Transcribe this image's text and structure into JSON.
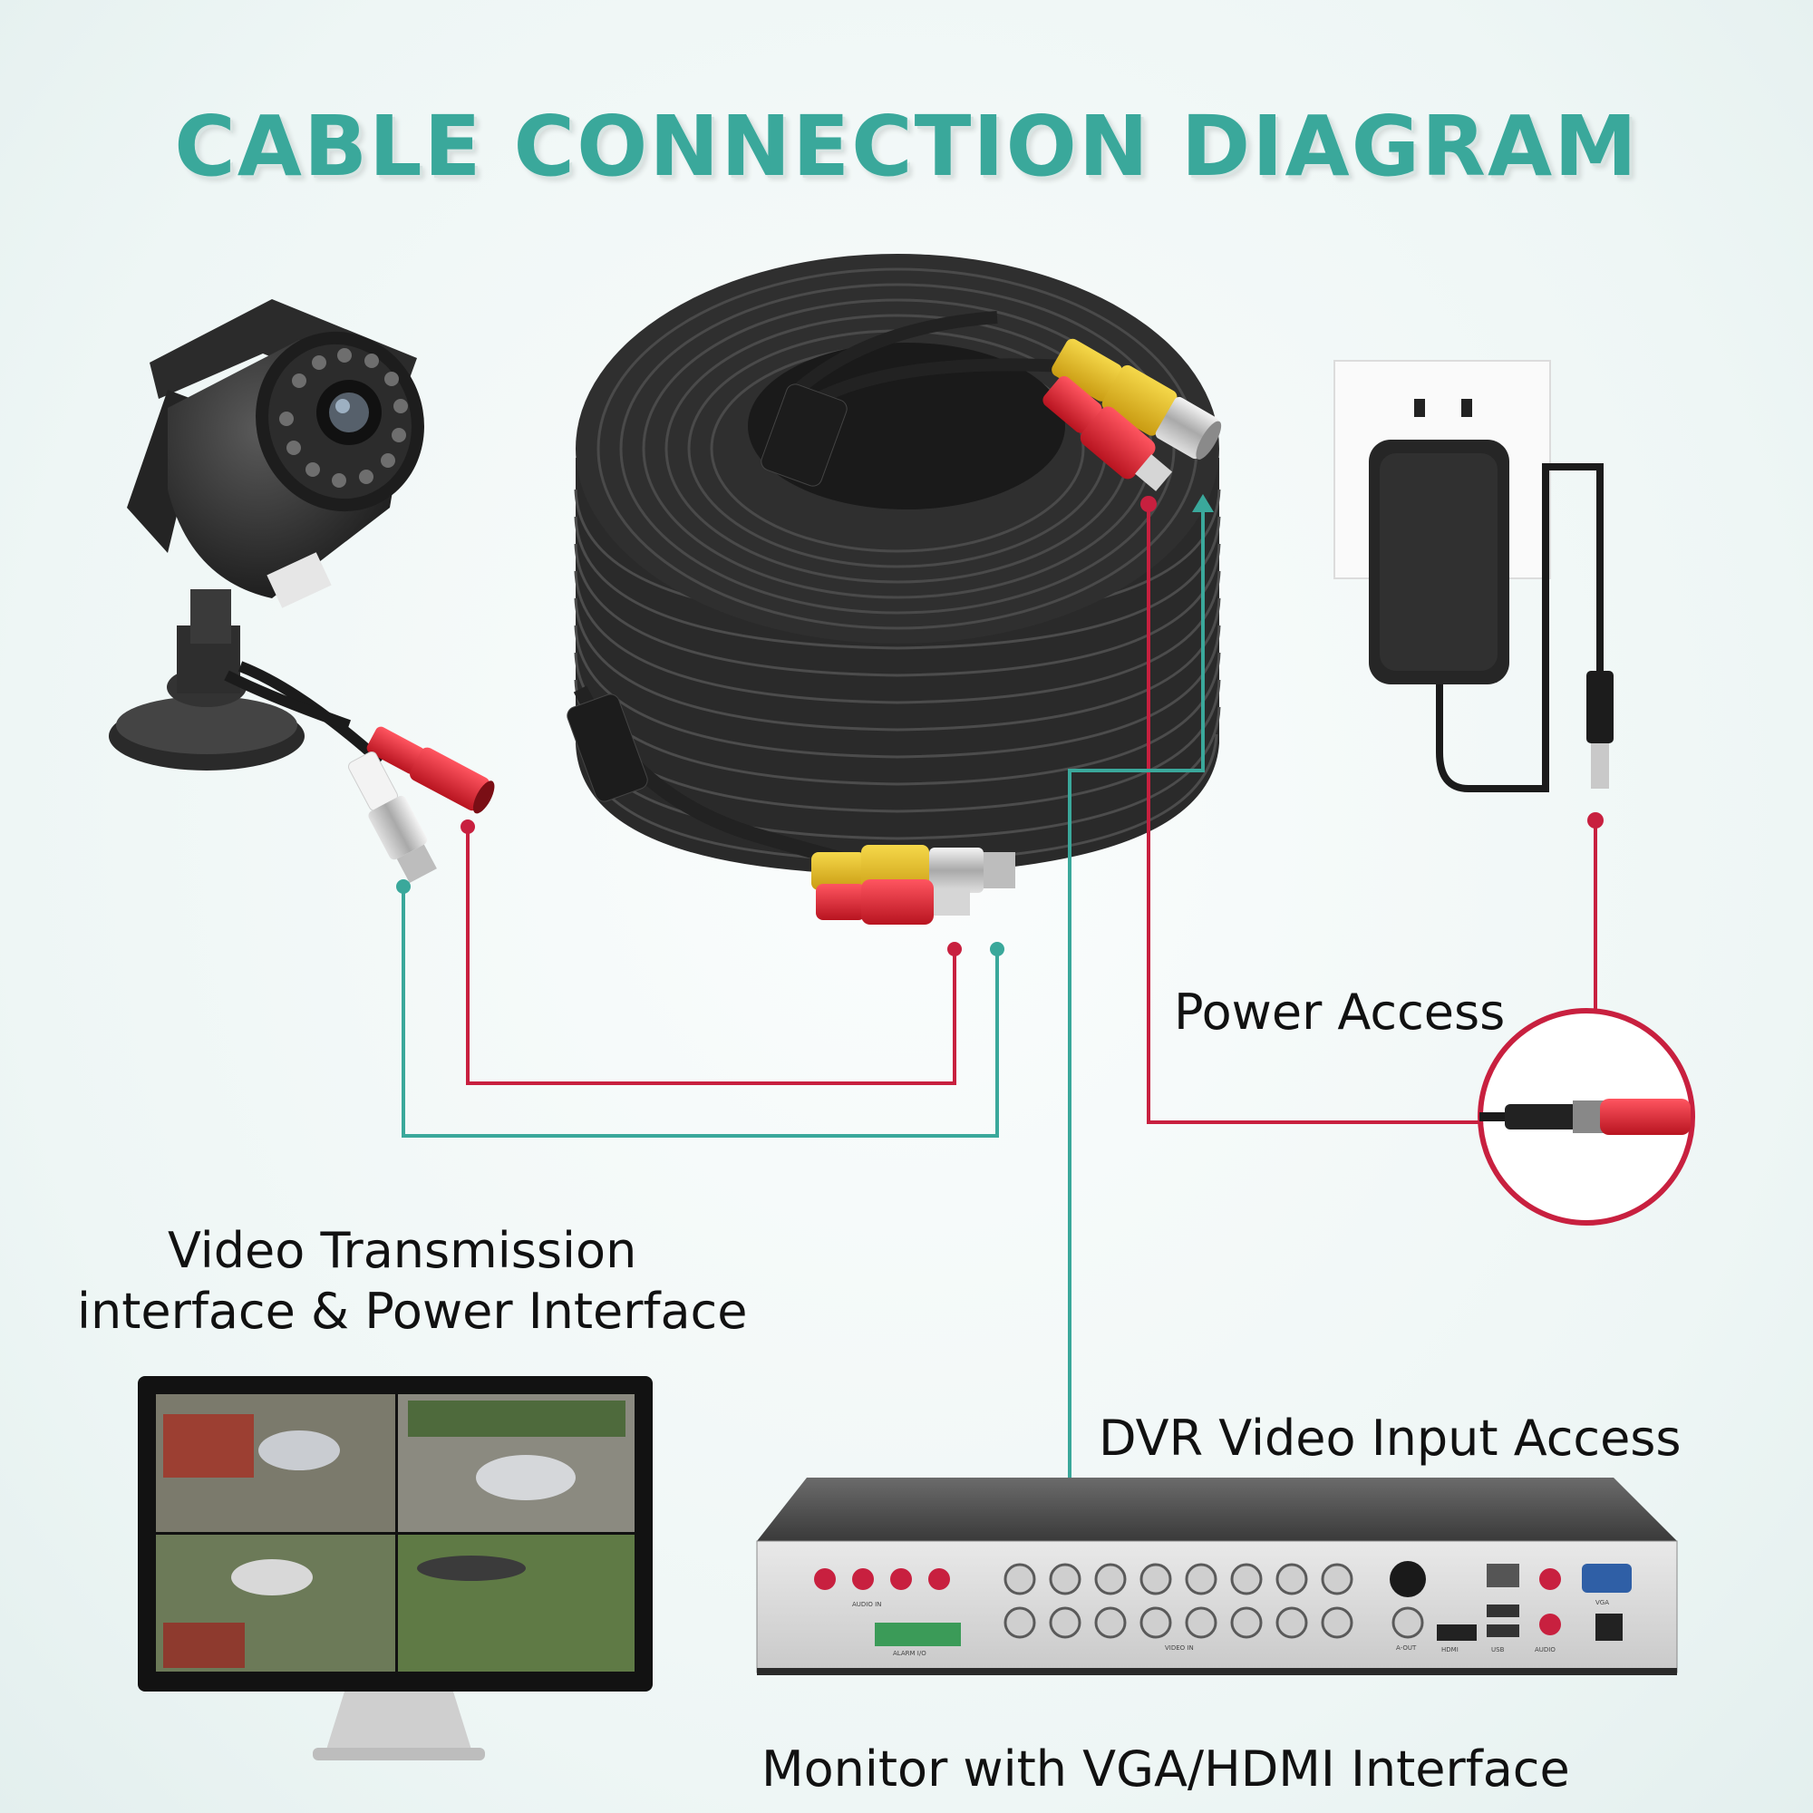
{
  "title": "CABLE CONNECTION DIAGRAM",
  "labels": {
    "video_line1": "Video Transmission",
    "video_line2": "interface & Power Interface",
    "power_access": "Power Access",
    "dvr_input": "DVR Video Input Access",
    "monitor": "Monitor with VGA/HDMI Interface"
  },
  "colors": {
    "title": "#3aa89b",
    "video_line": "#3aa89b",
    "power_line": "#c8203f",
    "cable": "#262626",
    "bnc_yellow": "#e8c12a",
    "dc_red": "#e0202c"
  },
  "dvr": {
    "port_labels": [
      "AUDIO IN",
      "ALARM I/O",
      "VIDEO IN",
      "A-OUT",
      "HDMI",
      "USB",
      "AUDIO",
      "VGA"
    ]
  }
}
